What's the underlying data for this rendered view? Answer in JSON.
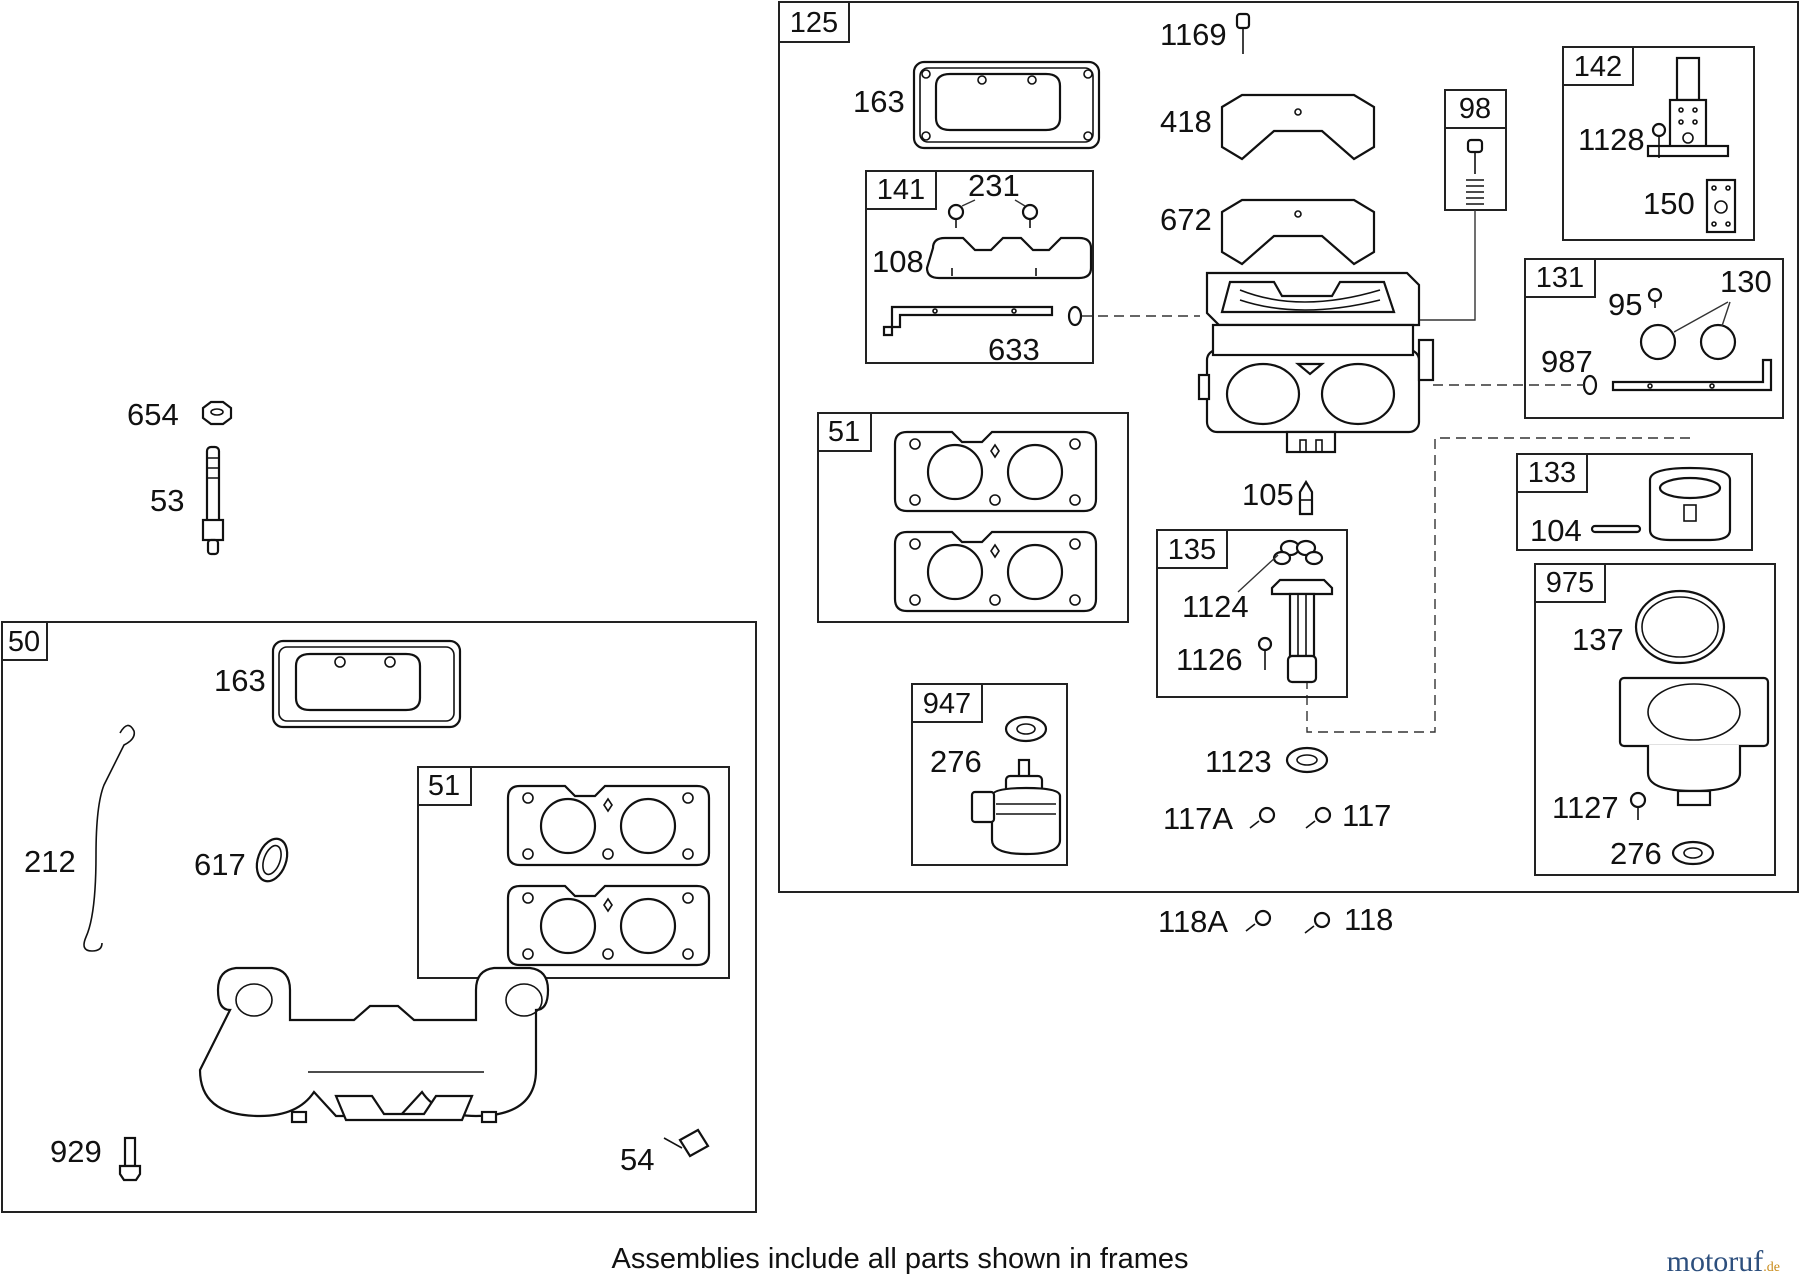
{
  "diagram": {
    "footer_text": "Assemblies include all parts shown in frames",
    "brand": {
      "name": "motoruf",
      "tld": ".de",
      "color": "#2d4f7d",
      "accent": "#c98b1a"
    },
    "frames": {
      "f125": "125",
      "f141": "141",
      "f98": "98",
      "f142": "142",
      "f131": "131",
      "f51a": "51",
      "f133": "133",
      "f135": "135",
      "f975": "975",
      "f947": "947",
      "f50": "50",
      "f51b": "51"
    },
    "labels": {
      "p1169": "1169",
      "p163a": "163",
      "p418": "418",
      "p672": "672",
      "p231": "231",
      "p108": "108",
      "p633": "633",
      "p1128": "1128",
      "p150": "150",
      "p95": "95",
      "p130": "130",
      "p987": "987",
      "p105": "105",
      "p104": "104",
      "p1124": "1124",
      "p1126": "1126",
      "p137": "137",
      "p276a": "276",
      "p1123": "1123",
      "p117A": "117A",
      "p117": "117",
      "p1127": "1127",
      "p276b": "276",
      "p118A": "118A",
      "p118": "118",
      "p654": "654",
      "p53": "53",
      "p163b": "163",
      "p212": "212",
      "p617": "617",
      "p929": "929",
      "p54": "54"
    }
  }
}
